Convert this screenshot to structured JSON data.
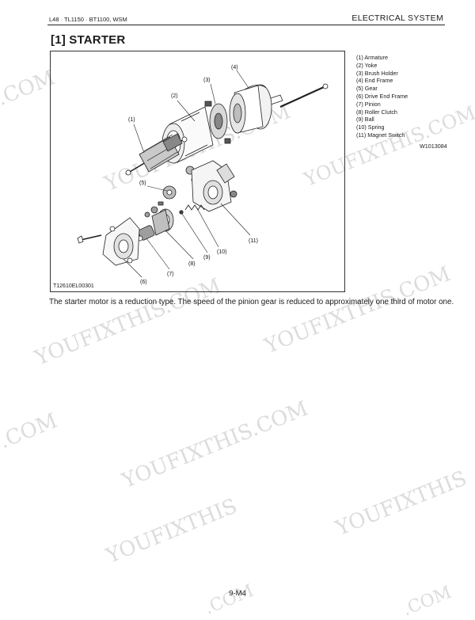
{
  "header": {
    "left": "L48 · TL1150 · BT1100, WSM",
    "right": "ELECTRICAL SYSTEM"
  },
  "section": {
    "title": "[1]  STARTER"
  },
  "figure": {
    "code": "T12610EL00301",
    "callouts": [
      "(1)",
      "(2)",
      "(3)",
      "(4)",
      "(5)",
      "(6)",
      "(7)",
      "(8)",
      "(9)",
      "(10)",
      "(11)"
    ]
  },
  "legend": {
    "items": [
      "(1) Armature",
      "(2) Yoke",
      "(3) Brush Holder",
      "(4) End Frame",
      "(5) Gear",
      "(6) Drive End Frame",
      "(7) Pinion",
      "(8) Roller Clutch",
      "(9) Ball",
      "(10) Spring",
      "(11) Magnet Switch"
    ],
    "code": "W1013084"
  },
  "body": {
    "text": "The starter motor is a reduction type.  The speed of the pinion gear is reduced to approximately one third of motor one."
  },
  "footer": {
    "page_number": "9-M4"
  },
  "watermark": {
    "text_full": "YOUFIXTHIS.COM",
    "text_left": "YOUFIXTHIS",
    "text_right": ".COM",
    "color": "#dcdcdc"
  }
}
